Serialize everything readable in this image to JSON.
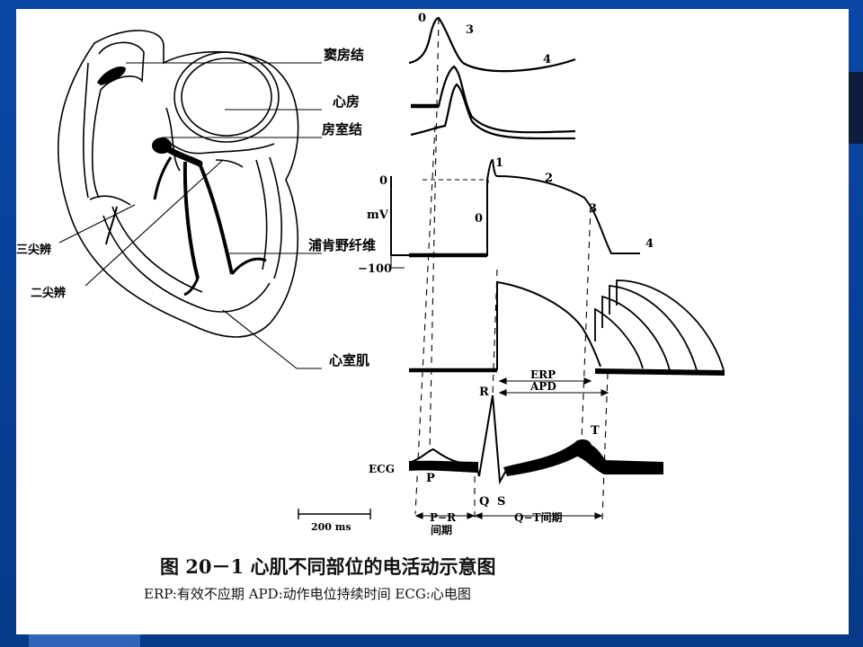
{
  "figure": {
    "labels": {
      "sa_node": "窦房结",
      "atrium": "心房",
      "av_node": "房室结",
      "purkinje": "浦肯野纤维",
      "ventricle": "心室肌",
      "tricuspid": "三尖辨",
      "mitral": "二尖辨",
      "ecg": "ECG",
      "mv": "mV",
      "zero_top": "0",
      "zero_mid": "0",
      "minus100": "−100",
      "phase0": "0",
      "phase3_sa": "3",
      "phase4_sa": "4",
      "phase1": "1",
      "phase2": "2",
      "phase3": "3",
      "phase4": "4",
      "erp": "ERP",
      "apd": "APD",
      "r": "R",
      "p": "P",
      "q": "Q",
      "s": "S",
      "t": "T",
      "pr": "P−R",
      "pr2": "间期",
      "qt": "Q−T间期",
      "scale": "200 ms"
    },
    "caption": "图 20－1    心肌不同部位的电活动示意图",
    "legend": "ERP:有效不应期    APD:动作电位持续时间    ECG:心电图"
  }
}
